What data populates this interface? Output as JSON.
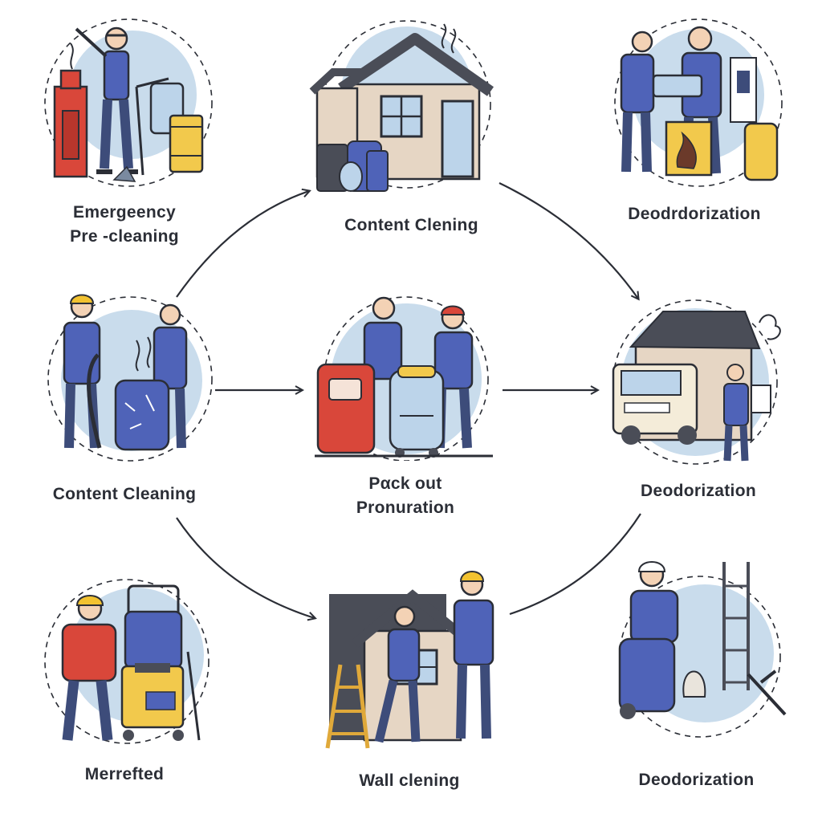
{
  "colors": {
    "ink": "#2b2e36",
    "bubble": "#c9dcec",
    "worker": "#4f63b8",
    "pants": "#3d4c7a",
    "hardhat": "#f2c230",
    "red_machine": "#d9473a",
    "yellow_drum": "#f2c94c",
    "house": "#e6d6c4",
    "roof": "#4a4d57",
    "window": "#bcd4ea"
  },
  "steps": [
    {
      "id": "emergency-pre-cleaning",
      "lines": [
        "Emergeency",
        "Pre -cleaning"
      ],
      "icon": "vacuum-machine-worker"
    },
    {
      "id": "content-clening",
      "lines": [
        "Content Clening"
      ],
      "icon": "house-with-containers"
    },
    {
      "id": "deodrdorization",
      "lines": [
        "Deodrdorization"
      ],
      "icon": "workers-ozone-machine"
    },
    {
      "id": "content-cleaning",
      "lines": [
        "Content Cleaning"
      ],
      "icon": "workers-smoke-container"
    },
    {
      "id": "pack-out-pronuration",
      "lines": [
        "Pαck out",
        "Pronuration"
      ],
      "icon": "workers-luggage"
    },
    {
      "id": "deodorization-truck",
      "lines": [
        "Deodorization"
      ],
      "icon": "truck-house-smoke"
    },
    {
      "id": "merrefted",
      "lines": [
        "Merrefted"
      ],
      "icon": "worker-cleaning-cart"
    },
    {
      "id": "wall-clening",
      "lines": [
        "Wall clening"
      ],
      "icon": "workers-house-ladder"
    },
    {
      "id": "deodorization-tools",
      "lines": [
        "Deodorization"
      ],
      "icon": "worker-scrubber-ladder"
    }
  ]
}
